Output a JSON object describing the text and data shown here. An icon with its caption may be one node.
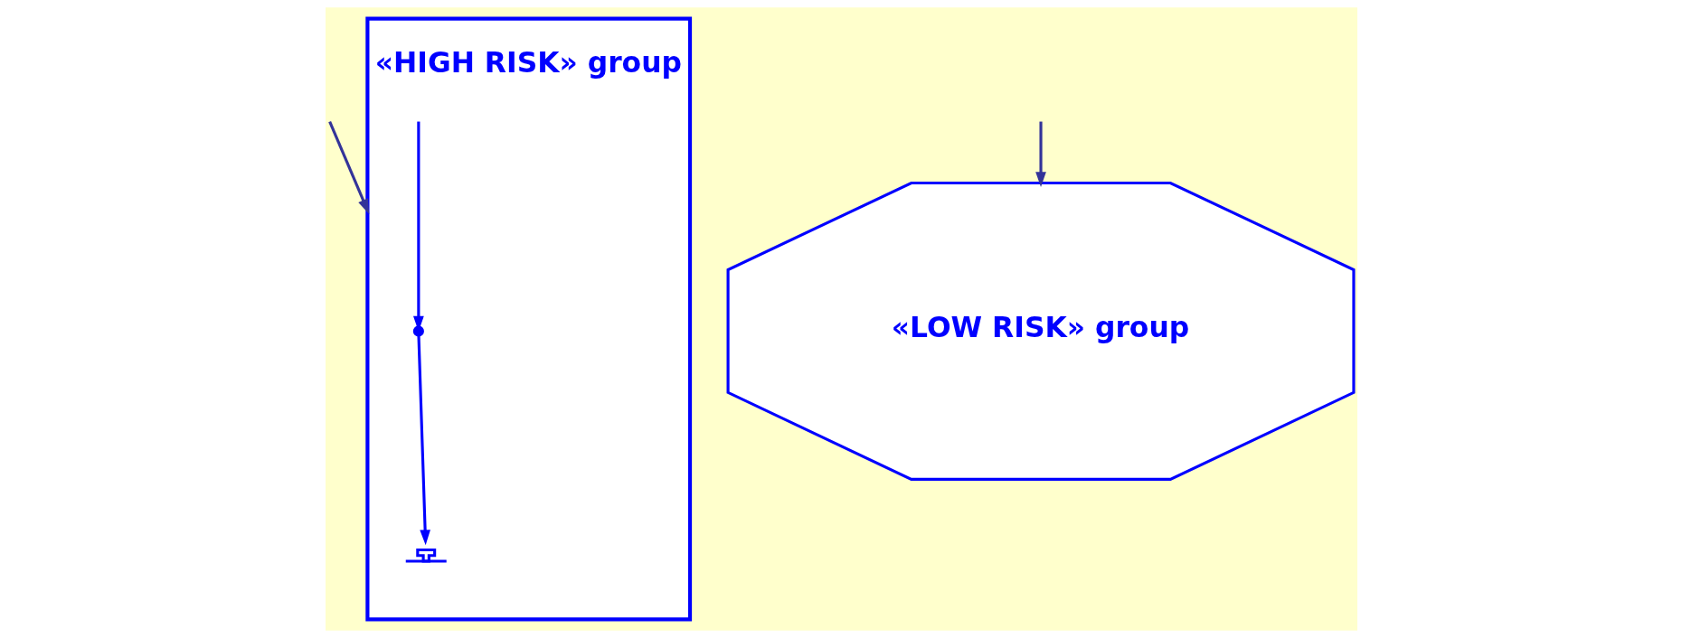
{
  "diagram": {
    "nodes": [
      {
        "text": [
          "«HIGH RISK» group"
        ]
      },
      {
        "text": [
          "«LOW RISK» group"
        ]
      },
      {
        "text": [],
        "shape": "point",
        "in": 0
      },
      {
        "text": [],
        "shape": "cross",
        "in": 0
      }
    ],
    "edges": [
      {
        "from": null,
        "to": 0,
        "arrow": "to",
        "color": "#333399"
      },
      {
        "from": null,
        "to": 1,
        "arrow": "to",
        "color": "#333399"
      },
      {
        "from": null,
        "to": 2,
        "arrow": "to",
        "color": "#0000ff"
      },
      {
        "from": 2,
        "to": 3,
        "arrow": "to",
        "color": "#0000ff"
      }
    ]
  }
}
